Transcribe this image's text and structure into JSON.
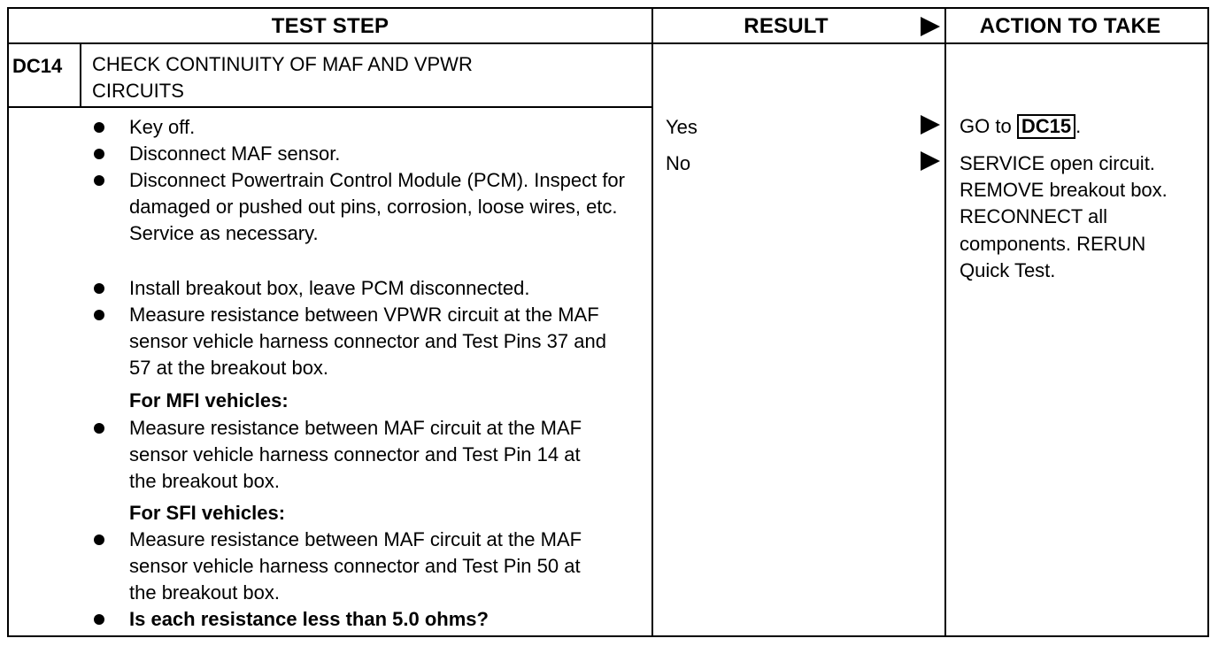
{
  "header": {
    "test_step": "TEST STEP",
    "result": "RESULT",
    "action": "ACTION TO TAKE"
  },
  "step": {
    "code": "DC14",
    "title": "CHECK CONTINUITY OF MAF AND VPWR CIRCUITS"
  },
  "bullets": [
    "Key off.",
    "Disconnect MAF sensor.",
    "Disconnect Powertrain Control Module (PCM). Inspect for damaged or pushed out pins, corrosion, loose wires, etc. Service as necessary.",
    "Install breakout box, leave PCM disconnected.",
    "Measure resistance between VPWR circuit at the MAF sensor vehicle harness connector and Test Pins 37 and 57 at the breakout box.",
    "Measure resistance between MAF circuit at the MAF sensor vehicle harness connector and Test Pin 14 at the breakout box.",
    "Measure resistance between MAF circuit at the MAF sensor vehicle harness connector and Test Pin 50 at the breakout box.",
    "Is each resistance less than 5.0 ohms?"
  ],
  "subheads": {
    "mfi": "For MFI vehicles:",
    "sfi": "For SFI vehicles:"
  },
  "results": {
    "yes": "Yes",
    "no": "No"
  },
  "actions": {
    "yes_prefix": "GO to",
    "yes_ref": "DC15",
    "yes_suffix": ".",
    "no": "SERVICE open circuit. REMOVE breakout box. RECONNECT all components. RERUN Quick Test."
  }
}
